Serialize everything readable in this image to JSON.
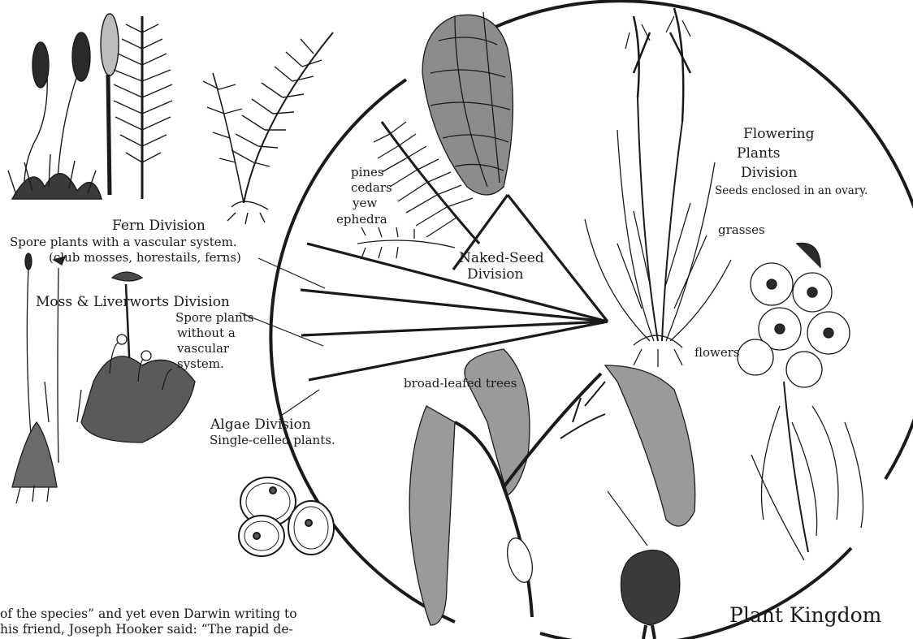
{
  "title": "Plant Kingdom",
  "divisions": {
    "fern": {
      "name": "Fern Division",
      "desc1": "Spore plants with a vascular system.",
      "desc2": "(club mosses, horestails, ferns)"
    },
    "moss": {
      "name": "Moss & Liverworts Division",
      "desc": [
        "Spore plants",
        "without a",
        "vascular",
        "system."
      ]
    },
    "algae": {
      "name": "Algae Division",
      "desc": "Single-celled plants."
    },
    "naked_seed": {
      "name": [
        "Naked-Seed",
        "Division"
      ],
      "examples": [
        "pines",
        "cedars",
        "yew",
        "ephedra"
      ]
    },
    "flowering": {
      "name": [
        "Flowering",
        "Plants",
        "Division"
      ],
      "desc": "Seeds enclosed in an ovary.",
      "examples": {
        "grasses": "grasses",
        "flowers": "flowers",
        "trees": "broad-leafed trees"
      }
    }
  },
  "body_text": {
    "line1": "of the species” and yet even Darwin writing to",
    "line2": "his friend, Joseph Hooker said: “The rapid de-"
  }
}
